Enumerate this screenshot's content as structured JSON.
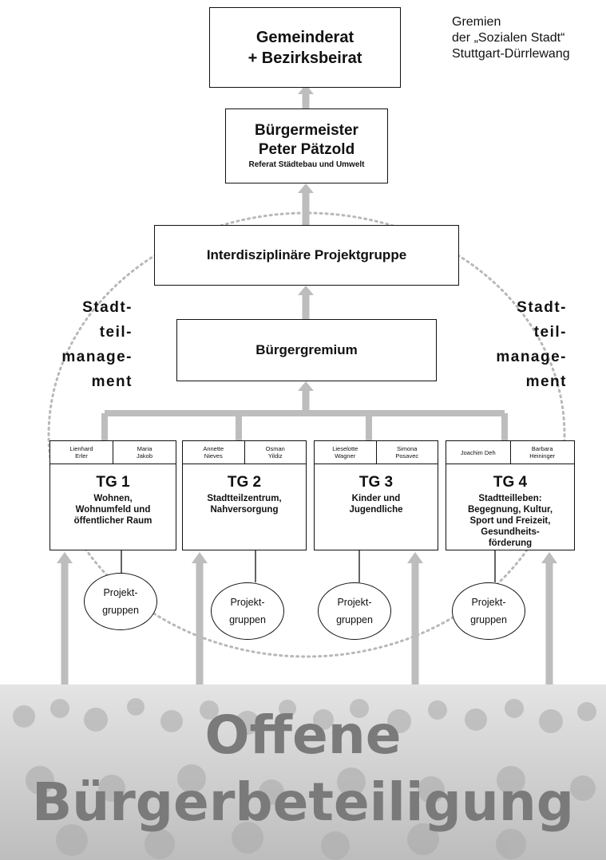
{
  "corner_label": {
    "line1": "Gremien",
    "line2": "der „Sozialen Stadt“",
    "line3": "Stuttgart-Dürrlewang"
  },
  "council": {
    "line1": "Gemeinderat",
    "line2": "+ Bezirksbeirat"
  },
  "mayor": {
    "line1": "Bürgermeister",
    "line2": "Peter Pätzold",
    "line3": "Referat Städtebau und Umwelt"
  },
  "project_group": {
    "label": "Interdisziplinäre Projektgruppe"
  },
  "citizen_board": {
    "label": "Bürgergremium"
  },
  "district_management": {
    "left": [
      "Stadt-",
      "teil-",
      "manage-",
      "ment"
    ],
    "right": [
      "Stadt-",
      "teil-",
      "manage-",
      "ment"
    ]
  },
  "theme_groups": [
    {
      "left_names": [
        "Lienhard",
        "Erler"
      ],
      "right_names": [
        "Maria",
        "Jakob"
      ],
      "title": "TG 1",
      "desc": [
        "Wohnen,",
        "Wohnumfeld und",
        "öffentlicher Raum"
      ]
    },
    {
      "left_names": [
        "Annette",
        "Nieves"
      ],
      "right_names": [
        "Osman",
        "Yildiz"
      ],
      "title": "TG 2",
      "desc": [
        "Stadtteilzentrum,",
        "Nahversorgung"
      ]
    },
    {
      "left_names": [
        "Lieselotte",
        "Wagner"
      ],
      "right_names": [
        "Simona",
        "Posavec"
      ],
      "title": "TG 3",
      "desc": [
        "Kinder und",
        "Jugendliche"
      ]
    },
    {
      "left_names": [
        "Joachim Deh",
        ""
      ],
      "right_names": [
        "Barbara",
        "Heininger"
      ],
      "title": "TG 4",
      "desc": [
        "Stadtteilleben:",
        "Begegnung, Kultur,",
        "Sport und Freizeit,",
        "Gesundheits-",
        "förderung"
      ]
    }
  ],
  "project_groups": [
    {
      "line1": "Projekt-",
      "line2": "gruppen"
    },
    {
      "line1": "Projekt-",
      "line2": "gruppen"
    },
    {
      "line1": "Projekt-",
      "line2": "gruppen"
    },
    {
      "line1": "Projekt-",
      "line2": "gruppen"
    }
  ],
  "banner": {
    "line1": "Offene",
    "line2": "Bürgerbeteiligung"
  },
  "colors": {
    "arrow": "#bdbdbd",
    "banner_text": "#7a7a7a",
    "border": "#111111"
  }
}
